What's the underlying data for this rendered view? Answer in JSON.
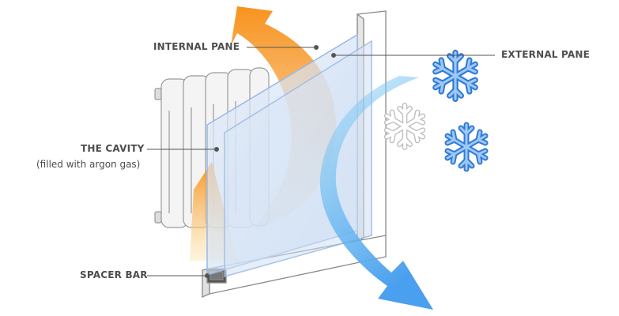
{
  "labels": {
    "internal_pane": "INTERNAL PANE",
    "external_pane": "EXTERNAL PANE",
    "cavity": "THE CAVITY",
    "cavity_note": "(filled with argon gas)",
    "spacer_bar": "SPACER BAR"
  },
  "colors": {
    "warm_arrow": "#f7931e",
    "cold_arrow": "#5aaef0",
    "label_text": "#4d4d4d",
    "leader_line": "#555555",
    "snowflake_blue": "#2f7ad6",
    "snowflake_white": "#ffffff"
  },
  "icons": [
    "radiator-icon",
    "snowflake-icon",
    "window-frame-icon"
  ]
}
